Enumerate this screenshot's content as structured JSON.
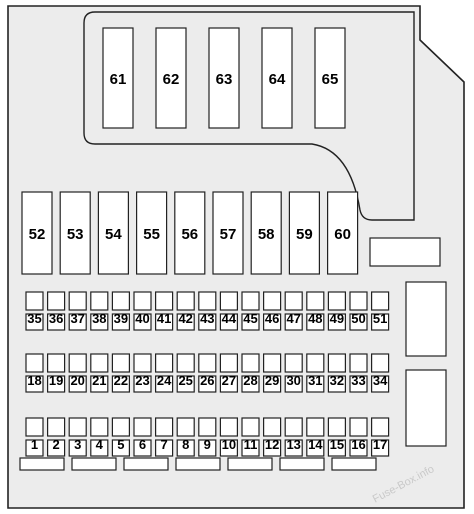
{
  "diagram": {
    "colors": {
      "panel": "#ececec",
      "outline": "#222222",
      "fuse": "#ffffff",
      "text": "#000000"
    },
    "upper_fuses": [
      "61",
      "62",
      "63",
      "64",
      "65"
    ],
    "middle_fuses": [
      "52",
      "53",
      "54",
      "55",
      "56",
      "57",
      "58",
      "59",
      "60"
    ],
    "row_a": [
      "35",
      "36",
      "37",
      "38",
      "39",
      "40",
      "41",
      "42",
      "43",
      "44",
      "45",
      "46",
      "47",
      "48",
      "49",
      "50",
      "51"
    ],
    "row_b": [
      "18",
      "19",
      "20",
      "21",
      "22",
      "23",
      "24",
      "25",
      "26",
      "27",
      "28",
      "29",
      "30",
      "31",
      "32",
      "33",
      "34"
    ],
    "row_c": [
      "1",
      "2",
      "3",
      "4",
      "5",
      "6",
      "7",
      "8",
      "9",
      "10",
      "11",
      "12",
      "13",
      "14",
      "15",
      "16",
      "17"
    ],
    "unlabeled": [
      "relay-slot-right-upper",
      "relay-slot-side-1",
      "relay-slot-side-2",
      "bottom-slot-1",
      "bottom-slot-2",
      "bottom-slot-3",
      "bottom-slot-4",
      "bottom-slot-5",
      "bottom-slot-6",
      "bottom-slot-7"
    ],
    "watermark": "Fuse-Box.info"
  }
}
